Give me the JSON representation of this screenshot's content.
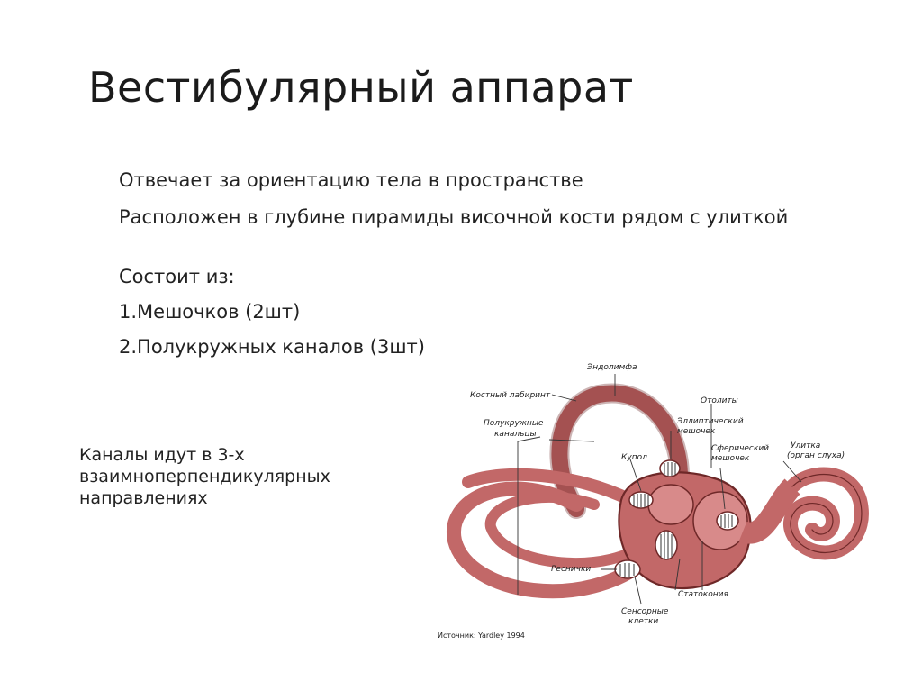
{
  "title": "Вестибулярный аппарат",
  "bullets": [
    "Отвечает за ориентацию тела в пространстве",
    "Расположен в глубине пирамиды височной кости рядом с улиткой",
    "Состоит из:",
    "1.Мешочков (2шт)",
    "2.Полукружных каналов (3шт)"
  ],
  "side_note": "Каналы идут в 3-х взаимноперпендикулярных направлениях",
  "diagram": {
    "labels": {
      "endolymph": "Эндолимфа",
      "bony_labyrinth": "Костный лабиринт",
      "otoliths": "Отолиты",
      "semicircular_canals_1": "Полукружные",
      "semicircular_canals_2": "канальцы",
      "elliptical_sac_1": "Эллиптический",
      "elliptical_sac_2": "мешочек",
      "cupula": "Купол",
      "spherical_sac_1": "Сферический",
      "spherical_sac_2": "мешочек",
      "cochlea_1": "Улитка",
      "cochlea_2": "(орган слуха)",
      "cilia": "Реснички",
      "statoconia": "Статокония",
      "sensory_cells_1": "Сенсорные",
      "sensory_cells_2": "клетки",
      "source": "Источник: Yardley 1994"
    },
    "colors": {
      "fill": "#c26868",
      "outline": "#6e2828",
      "light": "#e8b4b4"
    }
  }
}
